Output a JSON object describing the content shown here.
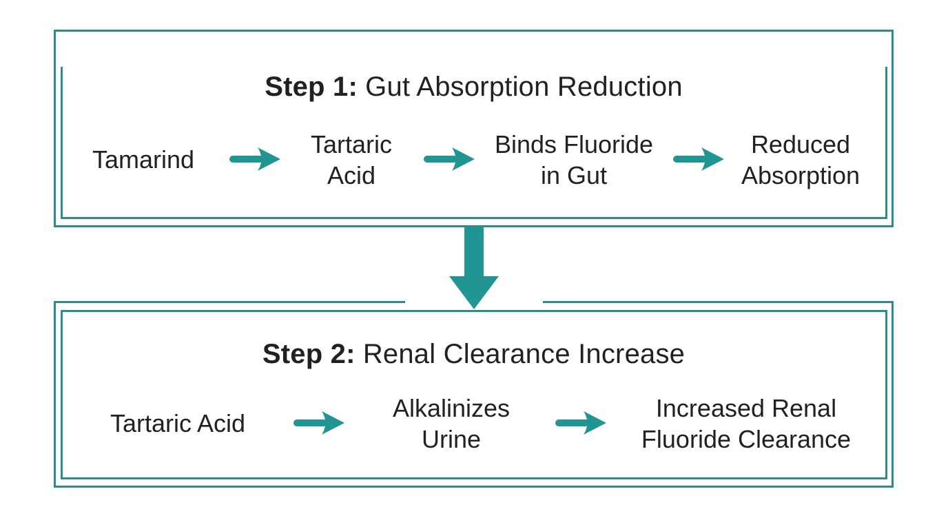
{
  "colors": {
    "frame_teal": "#2e8b8b",
    "arrow_teal": "#219594",
    "text": "#212121",
    "background": "#ffffff"
  },
  "step1": {
    "title_bold": "Step 1:",
    "title_rest": "Gut Absorption Reduction",
    "nodes": [
      "Tamarind",
      "Tartaric\nAcid",
      "Binds Fluoride\nin Gut",
      "Reduced\nAbsorption"
    ]
  },
  "connector": {
    "icon": "down-arrow-icon"
  },
  "step2": {
    "title_bold": "Step 2:",
    "title_rest": "Renal Clearance Increase",
    "nodes": [
      "Tartaric Acid",
      "Alkalinizes\nUrine",
      "Increased Renal\nFluoride Clearance"
    ]
  }
}
